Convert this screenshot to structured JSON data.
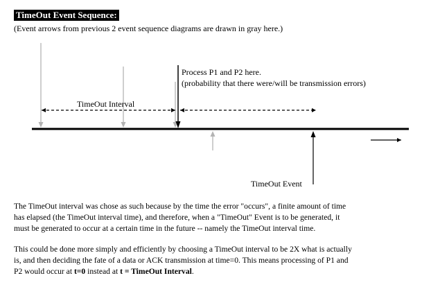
{
  "header": {
    "title": "TimeOut Event Sequence:",
    "subtitle": "(Event arrows from previous 2 event sequence diagrams are drawn in gray here.)"
  },
  "diagram": {
    "process_label_line1": "Process P1  and P2 here.",
    "process_label_line2": "(probability that there were/will be transmission errors)",
    "interval_label": "TimeOut Interval",
    "event_label": "TimeOut Event",
    "colors": {
      "gray": "#b4b4b4",
      "black": "#000000"
    }
  },
  "body_text": {
    "para1_lines": [
      "The TimeOut interval was chose as such because by the time the error \"occurs\",   a finite amount of time",
      "has elapsed (the TimeOut interval time),  and therefore,  when a \"TimeOut\" Event is to be generated,  it",
      "must be generated to occur at a certain time in the future -- namely the TimeOut interval time."
    ],
    "para2_lines": [
      "This could be done more simply and efficiently by choosing a TimeOut interval to be 2X what is actually",
      "is, and then deciding the fate of a data or ACK transmission at time=0.  This means processing of P1 and"
    ],
    "para2_line3_prefix": "P2 would occur at ",
    "para2_line3_bold1": "t=0",
    "para2_line3_mid": " instead at ",
    "para2_line3_bold2": "t = TimeOut Interval",
    "para2_line3_suffix": "."
  }
}
